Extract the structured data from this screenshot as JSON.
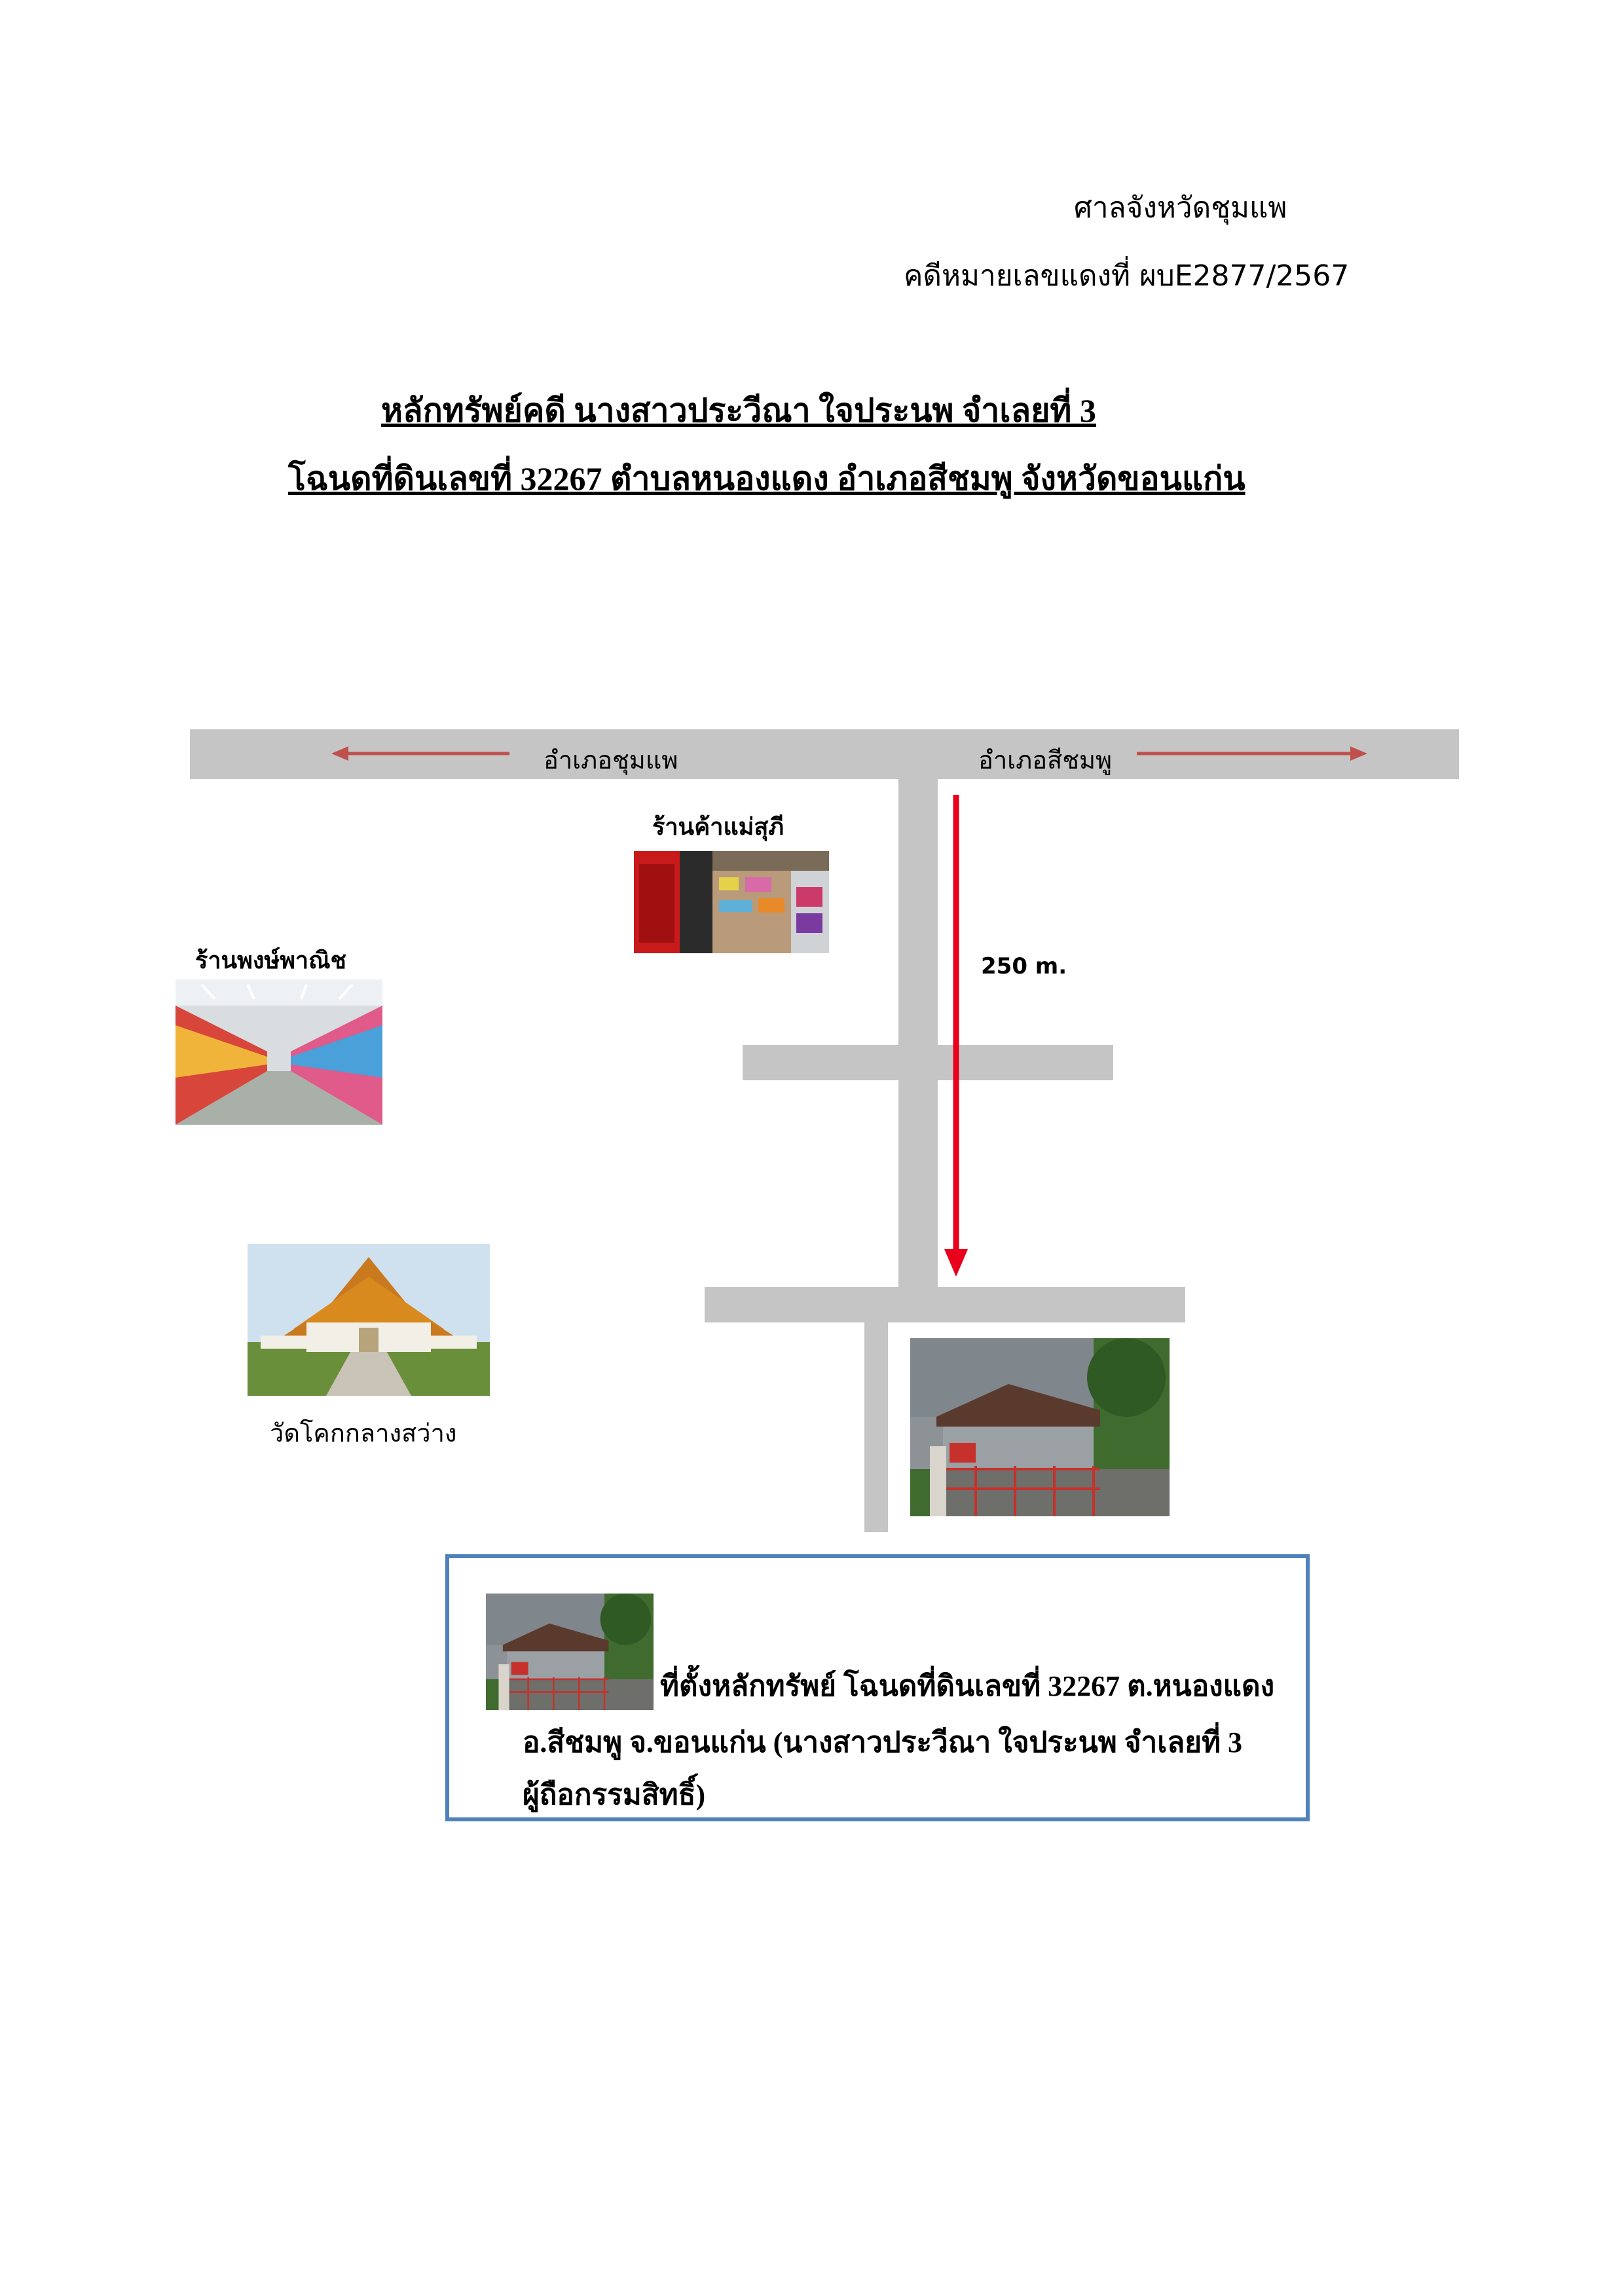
{
  "header": {
    "court": "ศาลจังหวัดชุมแพ",
    "case_number": "คดีหมายเลขแดงที่ ผบE2877/2567"
  },
  "title": {
    "line1": "หลักทรัพย์คดี นางสาวประวีณา  ใจประนพ  จำเลยที่ 3",
    "line2": "โฉนดที่ดินเลขที่ 32267 ตำบลหนองแดง อำเภอสีชมพู จังหวัดขอนแก่น"
  },
  "map": {
    "direction_left": "อำเภอชุมแพ",
    "direction_right": "อำเภอสีชมพู",
    "distance": "250 m.",
    "landmarks": {
      "shop_mae_suk": "ร้านค้าแม่สุภี",
      "shop_pong": "ร้านพงษ์พาณิช",
      "temple": "วัดโคกกลางสว่าง"
    },
    "colors": {
      "road": "#c5c5c5",
      "route_arrow": "#e8001c",
      "direction_arrow": "#c0504d",
      "note_border": "#4f81bd"
    }
  },
  "note": {
    "line1": "ที่ตั้งหลักทรัพย์ โฉนดที่ดินเลขที่ 32267 ต.หนองแดง",
    "line2": "อ.สีชมพู จ.ขอนแก่น (นางสาวประวีณา ใจประนพ จำเลยที่ 3",
    "line3": "ผู้ถือกรรมสิทธิ์)"
  }
}
